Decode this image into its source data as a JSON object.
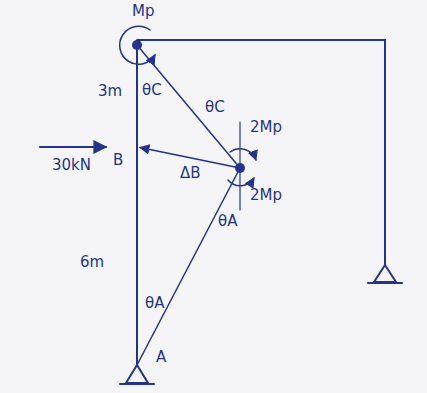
{
  "diagram": {
    "labels": [
      "Mp",
      "3m",
      "θC",
      "θC",
      "2Mp",
      "B",
      "ΔB",
      "2Mp",
      "30kN",
      "6m",
      "θA",
      "θA",
      "A"
    ]
  }
}
